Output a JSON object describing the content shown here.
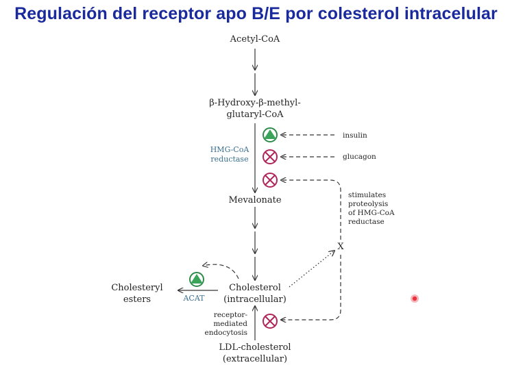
{
  "title": "Regulación del receptor apo B/E por colesterol intracelular",
  "colors": {
    "title": "#1a2a9c",
    "enzyme_label": "#3a6f8f",
    "inhibit": "#b0245a",
    "stimulate_fill": "#3aa55a",
    "stimulate_ring": "#2e8a4a",
    "laser_pointer": "#e8323c"
  },
  "nodes": {
    "acetyl_coa": "Acetyl-CoA",
    "hmg_coa_line1": "β-Hydroxy-β-methyl-",
    "hmg_coa_line2": "glutaryl-CoA",
    "mevalonate": "Mevalonate",
    "cholesterol_line1": "Cholesterol",
    "cholesterol_line2": "(intracellular)",
    "cholesteryl_line1": "Cholesteryl",
    "cholesteryl_line2": "esters",
    "ldl_line1": "LDL-cholesterol",
    "ldl_line2": "(extracellular)"
  },
  "enzymes": {
    "hmg_reductase_line1": "HMG-CoA",
    "hmg_reductase_line2": "reductase",
    "acat": "ACAT"
  },
  "regulators": {
    "insulin": "insulin",
    "glucagon": "glucagon",
    "x_mark": "X",
    "proteolysis_lines": [
      "stimulates",
      "proteolysis",
      "of HMG-CoA",
      "reductase"
    ],
    "endocytosis_lines": [
      "receptor-",
      "mediated",
      "endocytosis"
    ]
  },
  "symbols": {
    "stimulate": "stimulate-icon",
    "inhibit": "inhibit-icon",
    "pointer": "laser-pointer-icon"
  }
}
